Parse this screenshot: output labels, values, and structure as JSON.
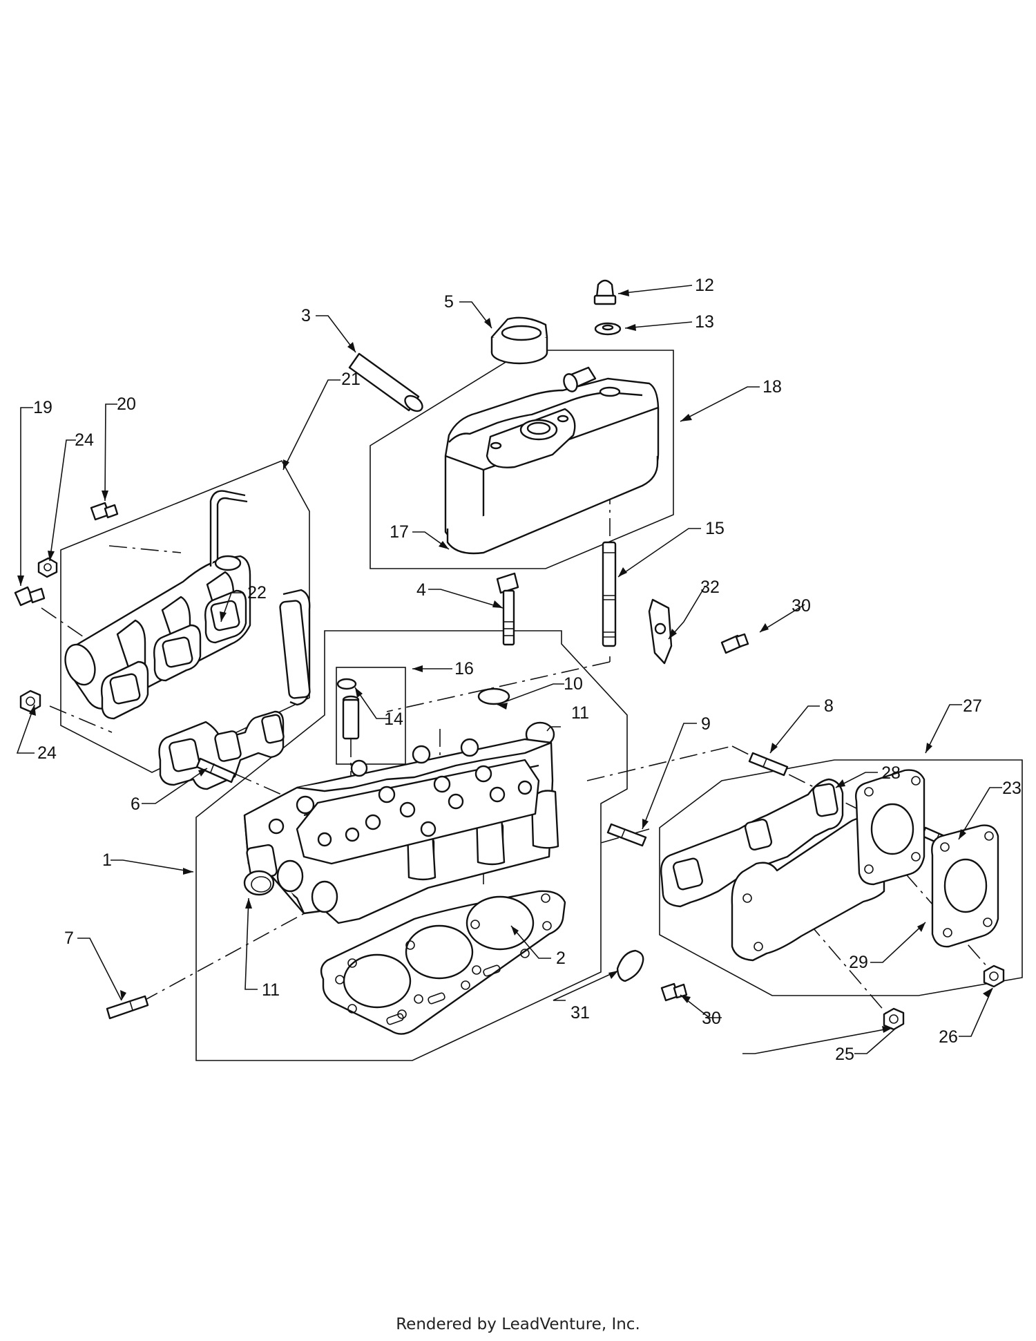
{
  "footer": {
    "text": "Rendered by LeadVenture, Inc."
  },
  "callouts": [
    "1",
    "2",
    "3",
    "4",
    "5",
    "6",
    "7",
    "8",
    "9",
    "10",
    "11",
    "11",
    "12",
    "13",
    "14",
    "15",
    "16",
    "17",
    "18",
    "19",
    "20",
    "21",
    "22",
    "23",
    "24",
    "24",
    "25",
    "26",
    "27",
    "28",
    "29",
    "30",
    "30",
    "31",
    "32"
  ]
}
